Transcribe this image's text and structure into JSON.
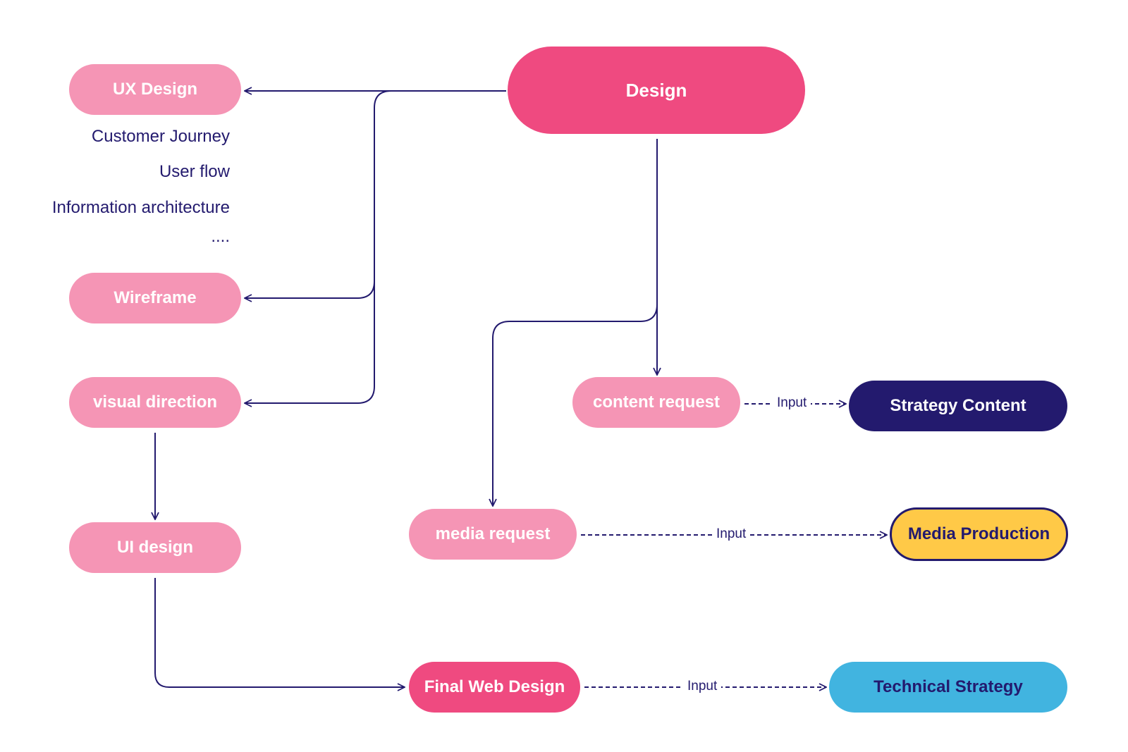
{
  "colors": {
    "line": "#231a6e",
    "pink_light": "#f595b5",
    "pink_dark": "#ef4a80",
    "navy": "#231a6e",
    "yellow": "#ffc947",
    "sky": "#41b4e0"
  },
  "nodes": {
    "design": "Design",
    "ux_design": "UX Design",
    "wireframe": "Wireframe",
    "visual_direction": "visual direction",
    "ui_design": "UI design",
    "content_request": "content request",
    "media_request": "media request",
    "final_web_design": "Final Web Design",
    "strategy_content": "Strategy Content",
    "media_production": "Media Production",
    "technical_strategy": "Technical Strategy"
  },
  "ux_notes": [
    "Customer Journey",
    "User flow",
    "Information architecture",
    "...."
  ],
  "edge_labels": {
    "content_to_strategy": "Input",
    "media_to_production": "Input",
    "final_to_technical": "Input"
  }
}
